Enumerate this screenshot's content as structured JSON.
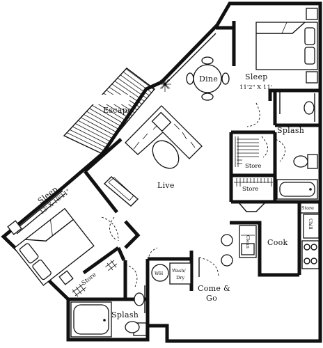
{
  "labels": {
    "escape": "Escape",
    "dine": "Dine",
    "sleep_right": "Sleep",
    "sleep_right_dims": "11'2\" X 11'",
    "splash_right": "Splash",
    "store_upper": "Store",
    "store_lower": "Store",
    "store_right": "Store",
    "live": "Live",
    "sleep_left": "Sleep",
    "sleep_left_dims": "13' X 10'11\"",
    "store_left": "Store",
    "cook": "Cook",
    "wh": "WH",
    "wash": "Wash/",
    "dry": "Dry",
    "come": "Come &",
    "go": "Go",
    "splash_left": "Splash",
    "chill": "Chill",
    "clean": "Clean"
  }
}
